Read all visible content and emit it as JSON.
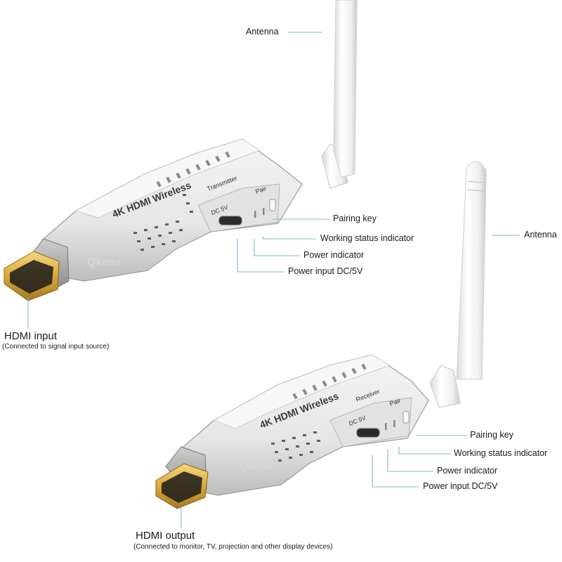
{
  "transmitter": {
    "product_name": "4K HDMI Wireless",
    "role": "Transmitter",
    "pair_label": "Pair",
    "dc_label": "DC 5V",
    "watermark": "Qkens",
    "labels": {
      "antenna": "Antenna",
      "pairing_key": "Pairing key",
      "working_status": "Working status indicator",
      "power_indicator": "Power indicator",
      "power_input": "Power input DC/5V",
      "hdmi": "HDMI input",
      "hdmi_note": "(Connected to signal input source)"
    }
  },
  "receiver": {
    "product_name": "4K HDMI Wireless",
    "role": "Receiver",
    "pair_label": "Pair",
    "dc_label": "DC 5V",
    "watermark": "Qkens",
    "labels": {
      "antenna": "Antenna",
      "pairing_key": "Pairing key",
      "working_status": "Working status indicator",
      "power_indicator": "Power indicator",
      "power_input": "Power input DC/5V",
      "hdmi": "HDMI output",
      "hdmi_note": "(Connected to monitor, TV, projection and other display devices)"
    }
  },
  "colors": {
    "leader": "#7fb8c8",
    "body": "#e9e9e9",
    "gold": "#d9a93a"
  }
}
